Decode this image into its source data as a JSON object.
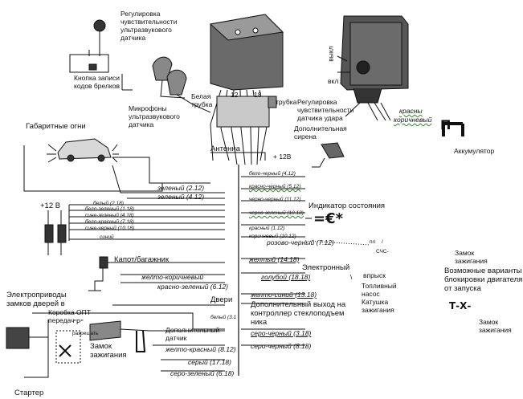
{
  "title": {
    "sens_adj": "Регулировка\nчувствительности\nультразвукового\nдатчика",
    "code_btn": "Кнопка записи\nкодов брелков",
    "microphones": "Микрофоны\nультразвукового\nдатчика",
    "white_tube": "Белая\nтрубка",
    "pin_12": "12",
    "pin_18": "18",
    "tube": "трубка",
    "shock_adj": "Регулировка\nчувствительности\nдатчика удара",
    "off_label": "выкл",
    "on_label": "вкл",
    "red_r": "красны",
    "brown_r": "коричневый",
    "battery": "Аккумулятор",
    "siren": "Дополнительная\nсирена",
    "plus12_siren": "+ 12В",
    "parking": "Габаритные огни",
    "antenna": "Антенна",
    "green_212": "зеленый (2.12)",
    "green_412": "зеленый (4.12)",
    "plus12": "+12 В",
    "indicator": "Индикатор состояния",
    "hood": "Капот/багажник",
    "yellow_brown": "желто-коричневый",
    "red_green": "красно-зеленый (6.12)",
    "doors": "Двери",
    "door_wire": "белый (3.1",
    "actuators": "Электроприводы\nзамков дверей в",
    "gearbox": "Коробка ОПТ\nпередач",
    "gearbox2": "\"Р\"",
    "allow": "разрешать",
    "ignition_lock": "Замок\nзажигания",
    "starter": "Стартер",
    "ignition_lock_r": "Замок\nзажигания",
    "blocking": "Возможные  варианты\nблокировки  двигателя\nот запуска",
    "ignition_lock_r2": "Замок\nзажигания",
    "txt_tx": "Т-Х-",
    "extra_sensor": "Дополнительный\nдатчик",
    "yellow_red": "желто-красный  (8.12)",
    "grey_1718": "серый  (17.18)",
    "grey_green": "серо-зеленый (6.18)",
    "pink_black": "розово-черный (7.12)",
    "yellow_1418": "желтый (14.18)",
    "blue_1818": "голубой (18.18)",
    "extra_output": "Электронный",
    "yellow_blue": "желто-синий (13.18)",
    "extra_output2": "Дополнительный выход на\nконтроллер стеклоподъем\nника",
    "grey_black_318": "серо-черный (3.18)",
    "grey_black_818": "серо-черный (8.18)",
    "injection": "впрыск",
    "fuel_pump": "Топливный\nнасос",
    "coil": "Катушка\nзажигания",
    "pl": "пл",
    "sns": "СЧС-",
    "slash": "/",
    "bs": "\\",
    "P": "П",
    "euro": "=€*"
  },
  "wires_left": [
    "белый (2.18)",
    "бело-зеленый (1.18)",
    "сине-зеленый (4.18)",
    "бело-красный (7.18)",
    "сине-черный (10.18)",
    "синий"
  ],
  "wires_center": [
    "бело-черный (4.12)",
    "красно-черный (5.12)",
    "черно-черный (11.12)",
    "черно-зеленый (10.18)",
    "красный (1.12)",
    "коричневый (10.12)"
  ]
}
